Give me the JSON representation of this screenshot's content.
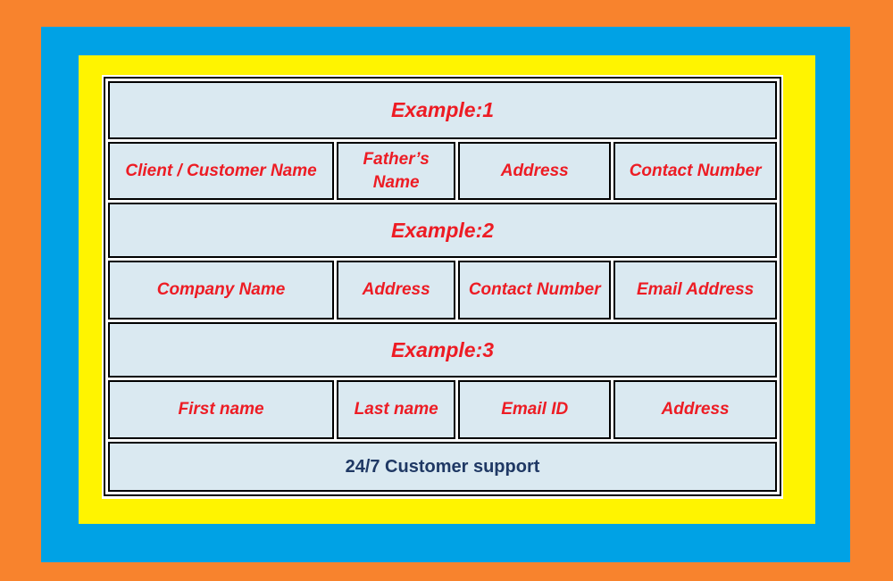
{
  "colors": {
    "outer_frame": "#F8832D",
    "middle_frame": "#00A2E5",
    "inner_frame": "#FFF400",
    "sheet_background": "#FFFFFF",
    "cell_background": "#DAE9F1",
    "table_border": "#000000",
    "section_title_text": "#ED1C24",
    "column_header_text": "#ED1C24",
    "footer_text": "#1F3864"
  },
  "table": {
    "sections": [
      {
        "title": "Example:1",
        "columns": [
          "Client / Customer Name",
          "Father’s Name",
          "Address",
          "Contact Number"
        ]
      },
      {
        "title": "Example:2",
        "columns": [
          "Company Name",
          "Address",
          "Contact Number",
          "Email Address"
        ]
      },
      {
        "title": "Example:3",
        "columns": [
          "First name",
          "Last name",
          "Email ID",
          "Address"
        ]
      }
    ],
    "footer": "24/7 Customer support"
  }
}
